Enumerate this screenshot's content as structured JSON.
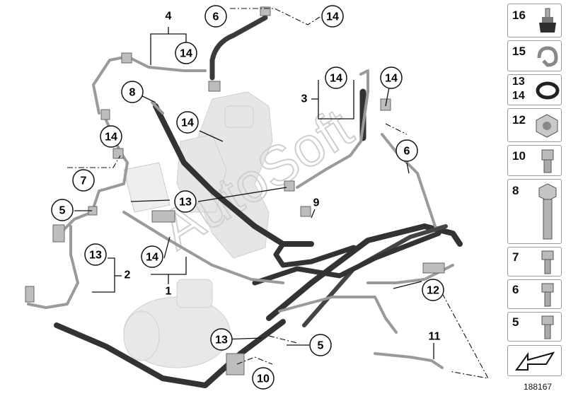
{
  "diagram": {
    "callouts": {
      "c14_top": "14",
      "c6_top": "6",
      "c14_upper": "14",
      "c8": "8",
      "c14_mid": "14",
      "c14_right_a": "14",
      "c14_right_b": "14",
      "c6_right": "6",
      "c14_left": "14",
      "c7": "7",
      "c5_left": "5",
      "c13_center": "13",
      "c9": "9",
      "c13_left": "13",
      "c14_lower": "14",
      "c12": "12",
      "c13_bottom": "13",
      "c5_bottom": "5",
      "c10": "10"
    },
    "labels": {
      "l4": "4",
      "l3": "3",
      "l2": "2",
      "l1": "1",
      "l11": "11"
    }
  },
  "parts_sidebar": [
    {
      "numbers": [
        "16"
      ],
      "part": "screw-grommet"
    },
    {
      "numbers": [
        "15"
      ],
      "part": "hose-clip"
    },
    {
      "numbers": [
        "13",
        "14"
      ],
      "part": "o-ring"
    },
    {
      "numbers": [
        "12"
      ],
      "part": "hex-nut"
    },
    {
      "numbers": [
        "10"
      ],
      "part": "short-bolt"
    },
    {
      "numbers": [
        "8"
      ],
      "part": "long-hex-bolt"
    },
    {
      "numbers": [
        "7"
      ],
      "part": "socket-screw"
    },
    {
      "numbers": [
        "6"
      ],
      "part": "socket-screw"
    },
    {
      "numbers": [
        "5"
      ],
      "part": "socket-screw"
    }
  ],
  "watermark": "AutoSoft",
  "figure_id": "188167"
}
